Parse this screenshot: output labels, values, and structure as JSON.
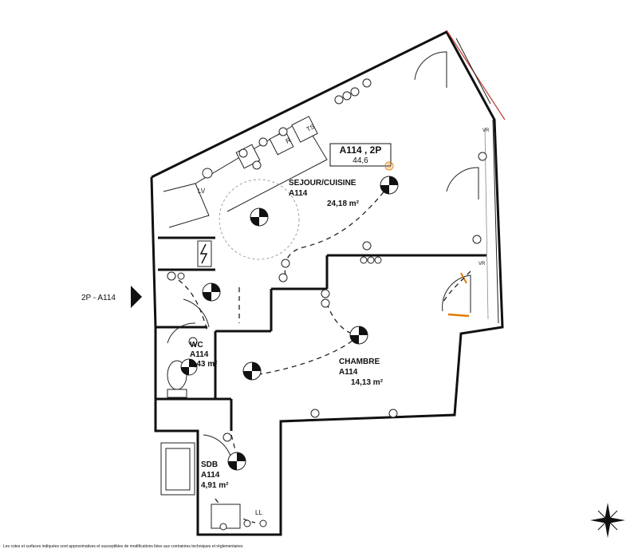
{
  "unit_header": {
    "code": "A114 , 2P",
    "area": "44,6"
  },
  "entry_label": "2P - A114",
  "rooms": {
    "sejour": {
      "name": "SEJOUR/CUISINE",
      "id": "A114",
      "area": "24,18 m²"
    },
    "chambre": {
      "name": "CHAMBRE",
      "id": "A114",
      "area": "14,13 m²"
    },
    "wc": {
      "name": "WC",
      "id": "A114",
      "area": "1,43 m²"
    },
    "sdb": {
      "name": "SDB",
      "id": "A114",
      "area": "4,91 m²"
    }
  },
  "fixture_labels": {
    "r": "R",
    "ts": "TS",
    "lv": "LV",
    "ll": "LL",
    "vr": "VR",
    "c": "C"
  },
  "footer_note": "Les cotes et surfaces indiquées sont approximatives et susceptibles de modifications liées aux contraintes techniques et réglementaires",
  "colors": {
    "line": "#111111",
    "accent": "#e07b00",
    "facade": "#c0392b"
  }
}
